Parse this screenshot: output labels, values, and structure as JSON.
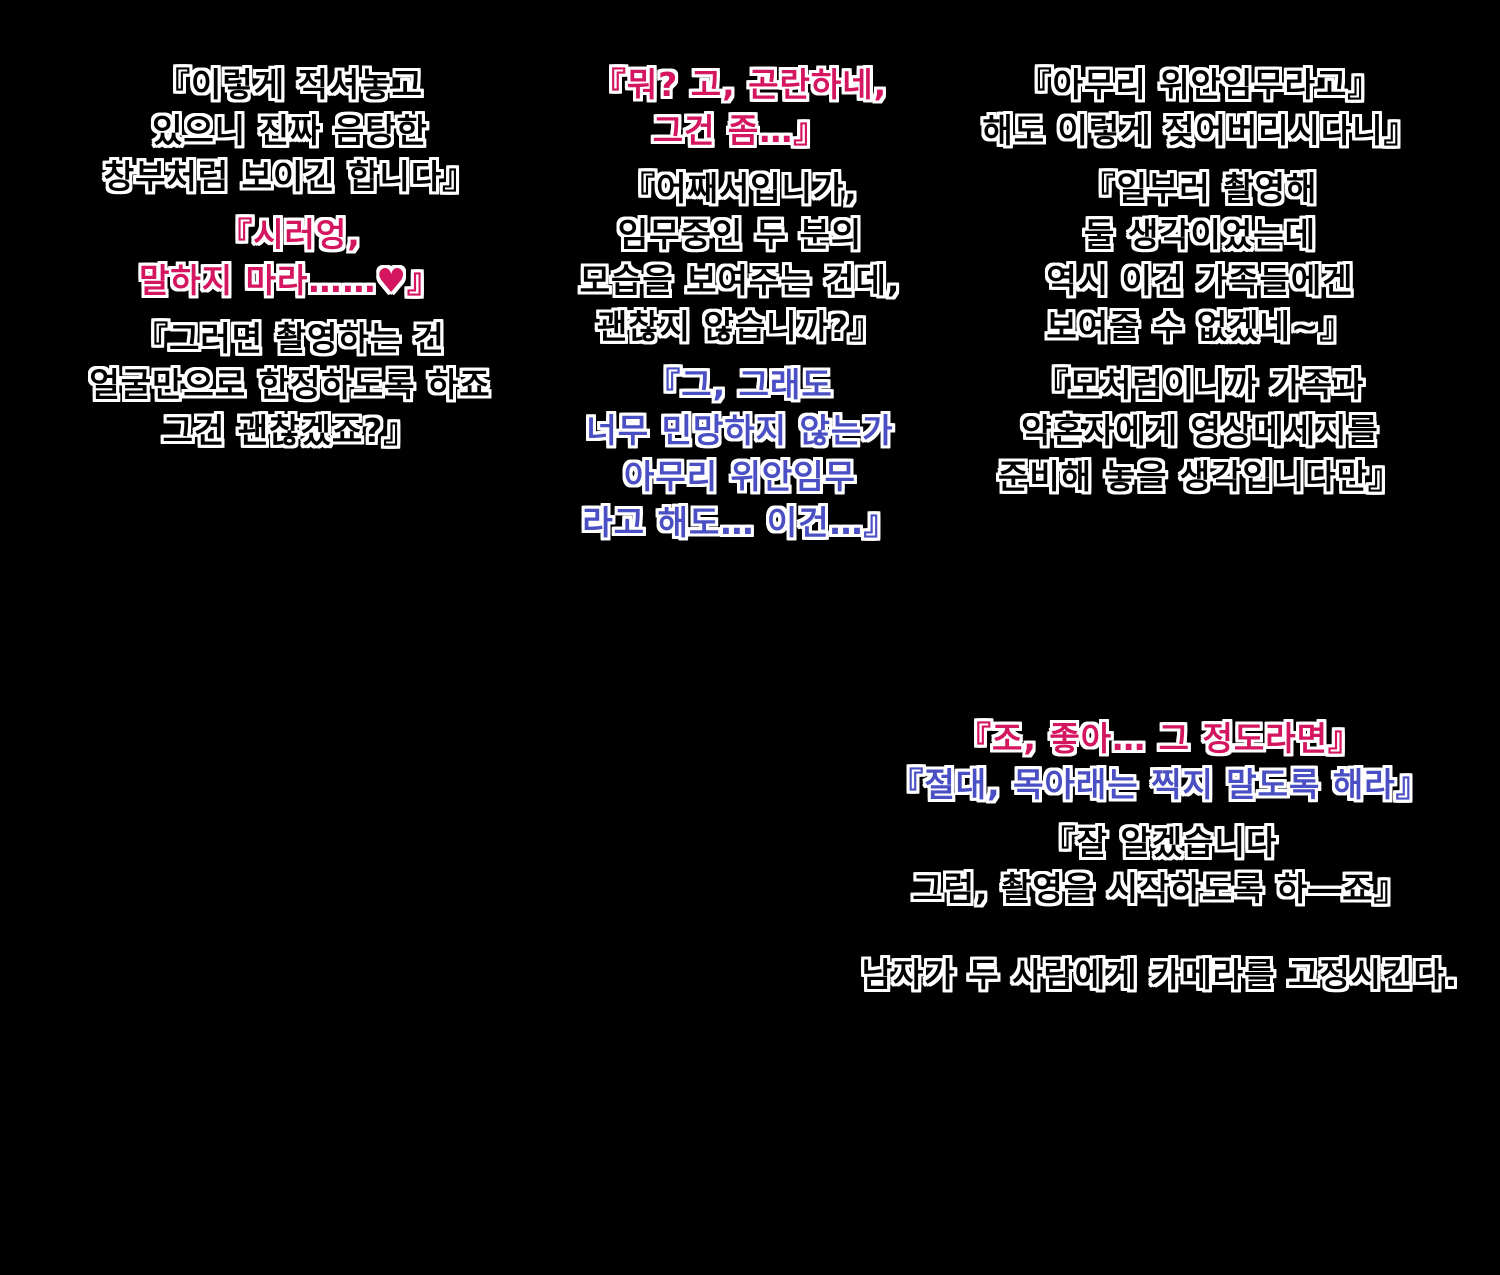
{
  "left_column": {
    "dialogue_1": {
      "color": "#000000",
      "lines": [
        "『이렇게 적셔놓고",
        "있으니 진짜 음탕한",
        "창부처럼 보이긴 합니다』"
      ]
    },
    "dialogue_2": {
      "color": "#d4155f",
      "lines": [
        "『시러엉,",
        "말하지 마라……♥』"
      ]
    },
    "dialogue_3": {
      "color": "#000000",
      "lines": [
        "『그러면 촬영하는 건",
        "얼굴만으로 한정하도록 하죠",
        "그건 괜찮겠죠?』"
      ]
    }
  },
  "middle_column": {
    "dialogue_1": {
      "color": "#d4155f",
      "lines": [
        "『뭐? 고, 곤란하네,",
        "그건 좀…』"
      ]
    },
    "dialogue_2": {
      "color": "#000000",
      "lines": [
        "『어째서입니가,",
        "임무중인 두 분의",
        "모습을 보여주는 건데,",
        "괜찮지 않습니까?』"
      ]
    },
    "dialogue_3": {
      "color": "#4b4fc4",
      "lines": [
        "『그, 그래도",
        "너무 민망하지 않는가",
        "아무리 위안임무",
        "라고 해도… 이건…』"
      ]
    }
  },
  "right_column": {
    "dialogue_1": {
      "color": "#000000",
      "lines": [
        "『아무리 위안임무라고』",
        "해도 이렇게 젖어버리시다니』"
      ]
    },
    "dialogue_2": {
      "color": "#000000",
      "lines": [
        "『일부러 촬영해",
        "둘 생각이었는데",
        "역시 이건 가족들에겐",
        "보여줄 수 없겠네~』"
      ]
    },
    "dialogue_3": {
      "color": "#000000",
      "lines": [
        "『모처럼이니까 가족과",
        "약혼자에게 영상메세지를",
        "준비해 놓을 생각입니다만』"
      ]
    }
  },
  "bottom_block": {
    "dialogue_1": {
      "color": "#d4155f",
      "lines": [
        "『조, 좋아… 그 정도라면』"
      ]
    },
    "dialogue_2": {
      "color": "#4b4fc4",
      "lines": [
        "『절대, 목아래는 찍지 말도록 해라』"
      ]
    },
    "dialogue_3": {
      "color": "#000000",
      "lines": [
        "『잘 알겠습니다",
        "그럼, 촬영을 시작하도록 하―죠』"
      ]
    },
    "narration": {
      "color": "#000000",
      "lines": [
        "남자가 두 사람에게 카메라를 고정시킨다."
      ]
    }
  }
}
